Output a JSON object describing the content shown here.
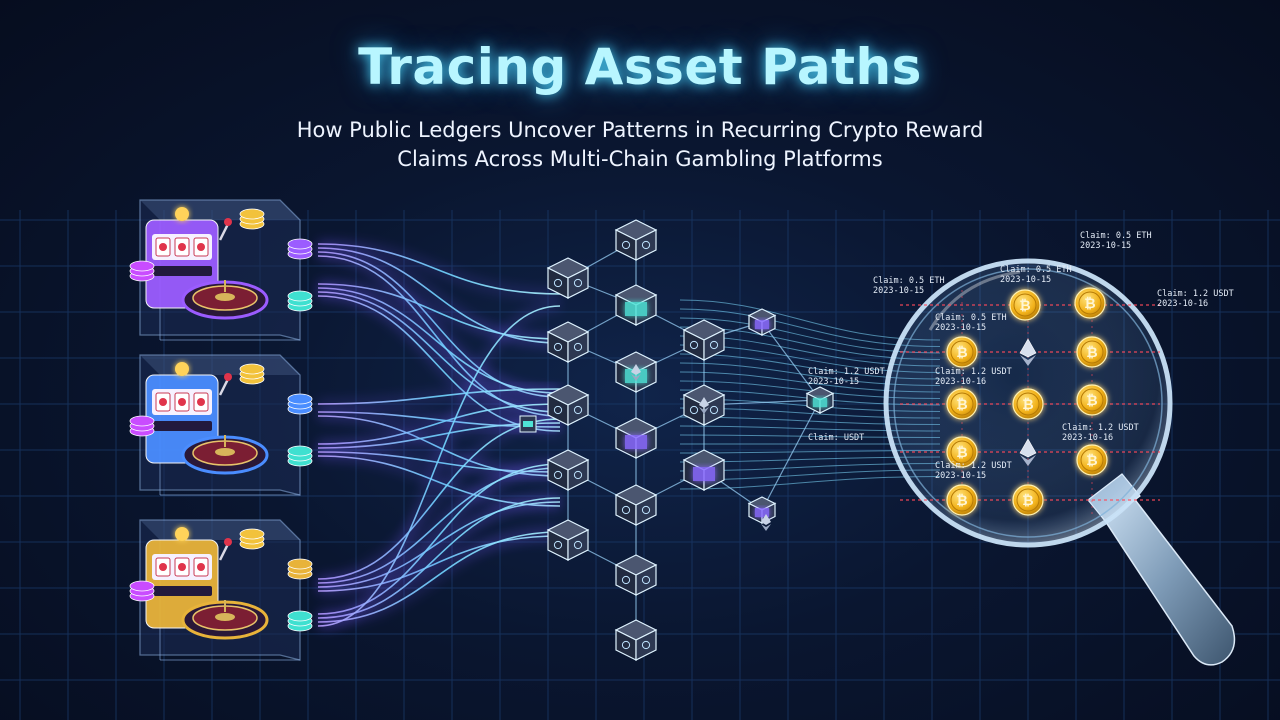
{
  "header": {
    "title": "Tracing Asset Paths",
    "subtitle_line1": "How Public Ledgers Uncover Patterns in Recurring Crypto Reward",
    "subtitle_line2": "Claims Across Multi-Chain Gambling Platforms"
  },
  "platforms": [
    {
      "name": "casino-purple",
      "accent": "#9b5cff"
    },
    {
      "name": "casino-blue",
      "accent": "#4a8dff"
    },
    {
      "name": "casino-gold",
      "accent": "#e8b33a"
    }
  ],
  "claims": [
    {
      "text": "Claim: 0.5 ETH",
      "date": "2023-10-15"
    },
    {
      "text": "Claim: 0.5 ETH",
      "date": "2023-10-15"
    },
    {
      "text": "Claim: 0.5 ETH",
      "date": "2023-10-15"
    },
    {
      "text": "Claim: 1.2 USDT",
      "date": "2023-10-16"
    },
    {
      "text": "Claim: 1.2 USDT",
      "date": "2023-10-16"
    },
    {
      "text": "Claim: 1.2 USDT",
      "date": "2023-10-15"
    },
    {
      "text": "Claim: 1.2 USDT",
      "date": "2023-10-16"
    },
    {
      "text": "Claim: 1.2 USDT",
      "date": "2023-10-15"
    },
    {
      "text": "Claim: USDT",
      "date": ""
    }
  ],
  "colors": {
    "flow_cyan": "#5fe3ff",
    "flow_violet": "#8a6bff",
    "coin_gold": "#f2b21b",
    "trace_red": "#ff4a5a",
    "grid": "#1a3a6a"
  },
  "icons": [
    "slot-machine-icon",
    "roulette-icon",
    "chip-icon",
    "bitcoin-icon",
    "ethereum-icon",
    "magnifier-icon",
    "block-icon"
  ]
}
